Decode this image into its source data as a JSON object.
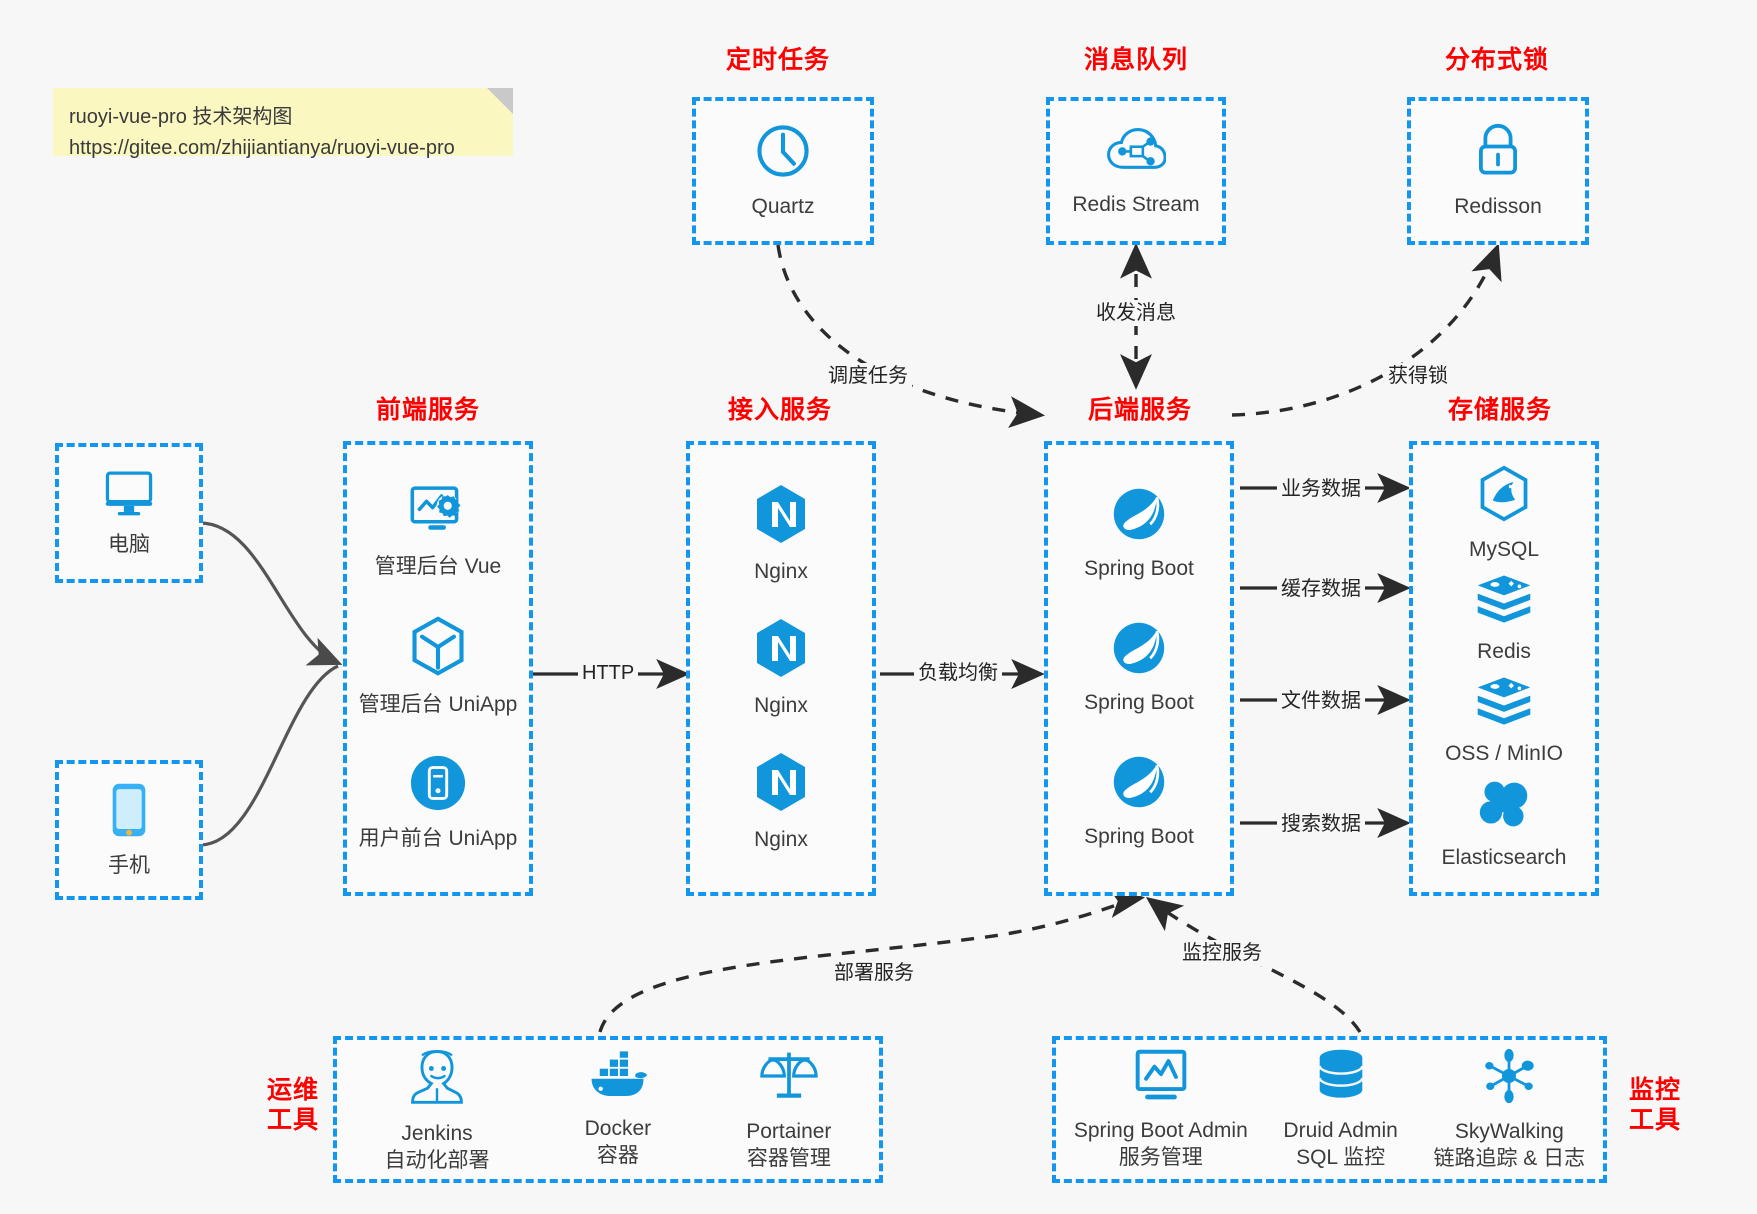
{
  "note": {
    "line1": "ruoyi-vue-pro 技术架构图",
    "line2": "https://gitee.com/zhijiantianya/ruoyi-vue-pro"
  },
  "colors": {
    "box_border": "#1296f0",
    "caption": "#ff0000",
    "icon": "#1296db",
    "edge": "#2b2b2b",
    "background": "#f7f7f7",
    "note_bg": "#fbf7c1"
  },
  "groups": {
    "scheduled_task": {
      "caption": "定时任务",
      "nodes": [
        {
          "label": "Quartz",
          "icon": "clock-icon"
        }
      ]
    },
    "message_queue": {
      "caption": "消息队列",
      "nodes": [
        {
          "label": "Redis Stream",
          "icon": "cloud-node-icon"
        }
      ]
    },
    "distributed_lock": {
      "caption": "分布式锁",
      "nodes": [
        {
          "label": "Redisson",
          "icon": "lock-icon"
        }
      ]
    },
    "client_pc": {
      "nodes": [
        {
          "label": "电脑",
          "icon": "desktop-monitor-icon"
        }
      ]
    },
    "client_mobile": {
      "nodes": [
        {
          "label": "手机",
          "icon": "smartphone-icon"
        }
      ]
    },
    "frontend": {
      "caption": "前端服务",
      "nodes": [
        {
          "label": "管理后台 Vue",
          "icon": "dashboard-gear-icon"
        },
        {
          "label": "管理后台 UniApp",
          "icon": "cube-icon"
        },
        {
          "label": "用户前台 UniApp",
          "icon": "mobile-circle-icon"
        }
      ]
    },
    "gateway": {
      "caption": "接入服务",
      "nodes": [
        {
          "label": "Nginx",
          "icon": "nginx-icon"
        },
        {
          "label": "Nginx",
          "icon": "nginx-icon"
        },
        {
          "label": "Nginx",
          "icon": "nginx-icon"
        }
      ]
    },
    "backend": {
      "caption": "后端服务",
      "nodes": [
        {
          "label": "Spring Boot",
          "icon": "spring-leaf-icon"
        },
        {
          "label": "Spring Boot",
          "icon": "spring-leaf-icon"
        },
        {
          "label": "Spring Boot",
          "icon": "spring-leaf-icon"
        }
      ]
    },
    "storage": {
      "caption": "存储服务",
      "nodes": [
        {
          "label": "MySQL",
          "icon": "mysql-dolphin-icon"
        },
        {
          "label": "Redis",
          "icon": "redis-stack-icon"
        },
        {
          "label": "OSS / MinIO",
          "icon": "redis-stack-icon"
        },
        {
          "label": "Elasticsearch",
          "icon": "elasticsearch-icon"
        }
      ]
    },
    "devops": {
      "caption": "运维\n工具",
      "nodes": [
        {
          "label": "Jenkins\n自动化部署",
          "icon": "jenkins-butler-icon"
        },
        {
          "label": "Docker\n容器",
          "icon": "docker-whale-icon"
        },
        {
          "label": "Portainer\n容器管理",
          "icon": "scales-balance-icon"
        }
      ]
    },
    "monitoring": {
      "caption": "监控\n工具",
      "nodes": [
        {
          "label": "Spring Boot Admin\n服务管理",
          "icon": "monitor-chart-icon"
        },
        {
          "label": "Druid Admin\nSQL 监控",
          "icon": "database-cylinder-icon"
        },
        {
          "label": "SkyWalking\n链路追踪 & 日志",
          "icon": "skywalking-node-icon"
        }
      ]
    }
  },
  "edges": [
    {
      "id": "pc-to-frontend",
      "label": "",
      "style": "solid-curve"
    },
    {
      "id": "mobile-to-frontend",
      "label": "",
      "style": "solid-curve"
    },
    {
      "id": "frontend-to-gateway",
      "label": "HTTP",
      "style": "solid"
    },
    {
      "id": "gateway-to-backend",
      "label": "负载均衡",
      "style": "solid"
    },
    {
      "id": "quartz-to-backend",
      "label": "调度任务",
      "style": "dashed-curve"
    },
    {
      "id": "backend-to-mq",
      "label": "收发消息",
      "style": "dashed-bidir"
    },
    {
      "id": "backend-to-lock",
      "label": "获得锁",
      "style": "dashed-curve"
    },
    {
      "id": "backend-to-mysql",
      "label": "业务数据",
      "style": "solid"
    },
    {
      "id": "backend-to-redis",
      "label": "缓存数据",
      "style": "solid"
    },
    {
      "id": "backend-to-oss",
      "label": "文件数据",
      "style": "solid"
    },
    {
      "id": "backend-to-es",
      "label": "搜索数据",
      "style": "solid"
    },
    {
      "id": "devops-to-backend",
      "label": "部署服务",
      "style": "dashed-curve"
    },
    {
      "id": "monitoring-to-backend",
      "label": "监控服务",
      "style": "dashed-curve"
    }
  ]
}
